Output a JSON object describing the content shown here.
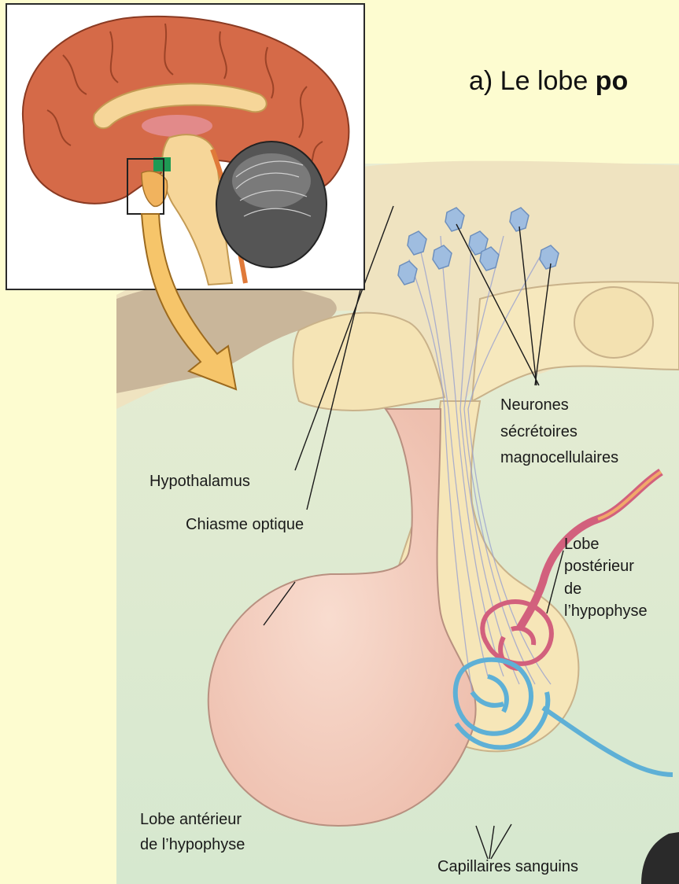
{
  "title": {
    "prefix": "a) Le lobe ",
    "bold": "po"
  },
  "labels": {
    "hypothalamus": "Hypothalamus",
    "chiasme": "Chiasme optique",
    "neurones_1": "Neurones",
    "neurones_2": "sécrétoires",
    "neurones_3": "magnocellulaires",
    "lobe_post_1": "Lobe",
    "lobe_post_2": "postérieur",
    "lobe_post_3": "de",
    "lobe_post_4": "l’hypophyse",
    "lobe_ant_1": "Lobe antérieur",
    "lobe_ant_2": "de l’hypophyse",
    "capillaires": "Capillaires sanguins"
  },
  "colors": {
    "page_bg": "#fdfcd0",
    "panel_bg": "#dcead2",
    "tissue": "#f8e6b8",
    "anterior_lobe": "#f4cfc0",
    "brain": "#d97350",
    "arrow": "#f6c56a",
    "artery": "#e0708a",
    "vein": "#6bb6d8"
  }
}
